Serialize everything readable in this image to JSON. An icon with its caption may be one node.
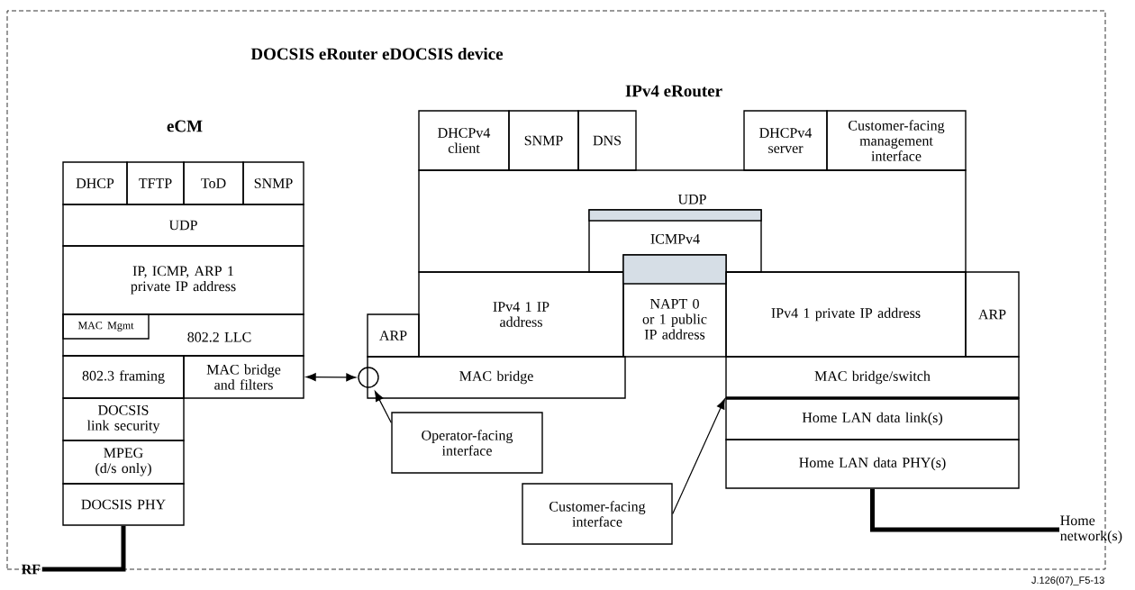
{
  "diagram": {
    "nodes": [
      {
        "text": [
          "DOCSIS eRouter eDOCSIS device"
        ]
      },
      {
        "text": [
          "DHCP"
        ],
        "in": 0
      },
      {
        "text": [
          "TFTP"
        ],
        "in": 0
      },
      {
        "text": [
          "ToD"
        ],
        "in": 0
      },
      {
        "text": [
          "SNMP"
        ],
        "in": 0
      },
      {
        "text": [
          "UDP"
        ],
        "in": 0
      },
      {
        "text": [
          "IP, ICMP, ARP 1 private IP address"
        ],
        "in": 0
      },
      {
        "text": [
          "802.2 LLC"
        ],
        "in": 0
      },
      {
        "text": [
          "MAC Mgmt"
        ],
        "in": 7
      },
      {
        "text": [
          "802.3 framing"
        ],
        "in": 0
      },
      {
        "text": [
          "MAC bridge and filters"
        ],
        "in": 0
      },
      {
        "text": [
          "DOCSIS link security"
        ],
        "in": 0
      },
      {
        "text": [
          "MPEG (d/s only)"
        ],
        "in": 0
      },
      {
        "text": [
          "DOCSIS PHY"
        ],
        "in": 0
      },
      {
        "text": [],
        "shape": "circle",
        "in": 0
      },
      {
        "text": [
          "ARP"
        ],
        "in": 0
      },
      {
        "text": [
          "MAC bridge"
        ],
        "in": 0
      },
      {
        "text": [
          "DHCPv4 client"
        ],
        "in": 0
      },
      {
        "text": [
          "SNMP"
        ],
        "in": 0
      },
      {
        "text": [
          "DNS"
        ],
        "in": 0
      },
      {
        "text": [
          "DHCPv4 server"
        ],
        "in": 0
      },
      {
        "text": [
          "Customer-facing management interface"
        ],
        "in": 0
      },
      {
        "text": [
          "UDP"
        ],
        "in": 0
      },
      {
        "text": [
          "ICMPv4"
        ],
        "in": 22
      },
      {
        "text": [
          "IPv4 1 IP address"
        ],
        "in": 0
      },
      {
        "text": [
          "NAPT 0 or 1 public IP address"
        ],
        "in": 0
      },
      {
        "text": [
          "IPv4 1 private IP address"
        ],
        "in": 0
      },
      {
        "text": [
          "ARP"
        ],
        "in": 0
      },
      {
        "text": [
          "MAC bridge/switch"
        ],
        "in": 0
      },
      {
        "text": [
          "Home LAN data link(s)"
        ],
        "in": 0
      },
      {
        "text": [
          "Home LAN data PHY(s)"
        ],
        "in": 0
      },
      {
        "text": [
          "Operator-facing interface"
        ],
        "in": 0
      },
      {
        "text": [
          "Customer-facing interface"
        ],
        "in": 0
      },
      {
        "text": [
          "Home network(s)"
        ]
      },
      {
        "text": [
          "RF"
        ]
      }
    ],
    "edges": [
      {
        "from": 10,
        "to": 14,
        "arrow": "both"
      },
      {
        "from": 31,
        "to": 14,
        "arrow": "to"
      },
      {
        "from": 32,
        "to": 29,
        "arrow": "to"
      },
      {
        "from": 34,
        "to": 13,
        "arrow": "none",
        "style": "thick"
      },
      {
        "from": 30,
        "to": 33,
        "arrow": "none",
        "style": "thick"
      }
    ],
    "labels": [
      "eCM",
      "IPv4 eRouter",
      "J.126(07)_F5-13"
    ]
  }
}
